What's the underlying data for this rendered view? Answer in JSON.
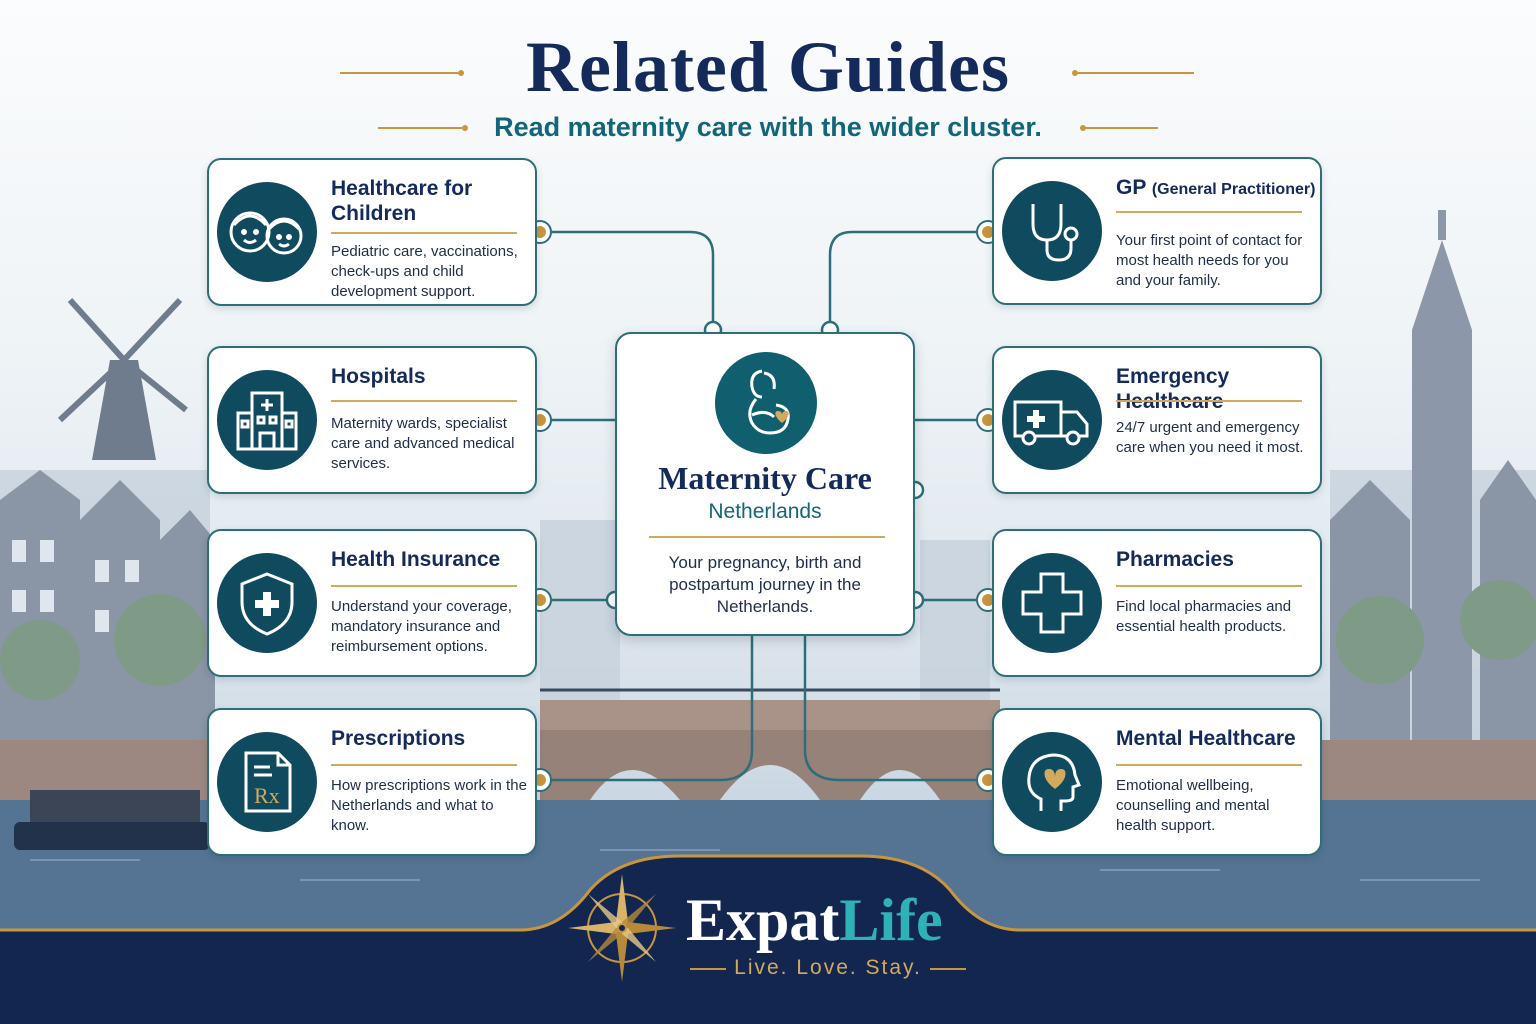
{
  "header": {
    "title": "Related Guides",
    "subtitle": "Read maternity care with the wider cluster."
  },
  "center": {
    "title": "Maternity Care",
    "subtitle": "Netherlands",
    "description": "Your pregnancy, birth and postpartum journey in the Netherlands.",
    "icon": "pregnant-woman-icon"
  },
  "left_cards": [
    {
      "title": "Healthcare for Children",
      "description": "Pediatric care, vaccinations, check-ups and child development support.",
      "icon": "children-icon"
    },
    {
      "title": "Hospitals",
      "description": "Maternity wards, specialist care and advanced medical services.",
      "icon": "hospital-icon"
    },
    {
      "title": "Health Insurance",
      "description": "Understand your coverage, mandatory insurance and reimbursement options.",
      "icon": "shield-cross-icon"
    },
    {
      "title": "Prescriptions",
      "description": "How prescriptions work in the Netherlands and what to know.",
      "icon": "prescription-icon"
    }
  ],
  "right_cards": [
    {
      "title": "GP",
      "title_suffix": "(General Practitioner)",
      "description": "Your first point of contact for most health needs for you and your family.",
      "icon": "stethoscope-icon"
    },
    {
      "title": "Emergency Healthcare",
      "description": "24/7 urgent and emergency care when you need it most.",
      "icon": "ambulance-icon"
    },
    {
      "title": "Pharmacies",
      "description": "Find local pharmacies and essential health products.",
      "icon": "pharmacy-cross-icon"
    },
    {
      "title": "Mental Healthcare",
      "description": "Emotional wellbeing, counselling and mental health support.",
      "icon": "head-heart-icon"
    }
  ],
  "footer": {
    "brand_a": "Expat",
    "brand_b": "Life",
    "tagline": "Live. Love. Stay.",
    "icon": "compass-rose-icon"
  },
  "colors": {
    "navy": "#132a5a",
    "teal": "#0f4a5e",
    "accent_teal": "#13657a",
    "gold": "#c9963f",
    "border": "#2d6f78"
  }
}
